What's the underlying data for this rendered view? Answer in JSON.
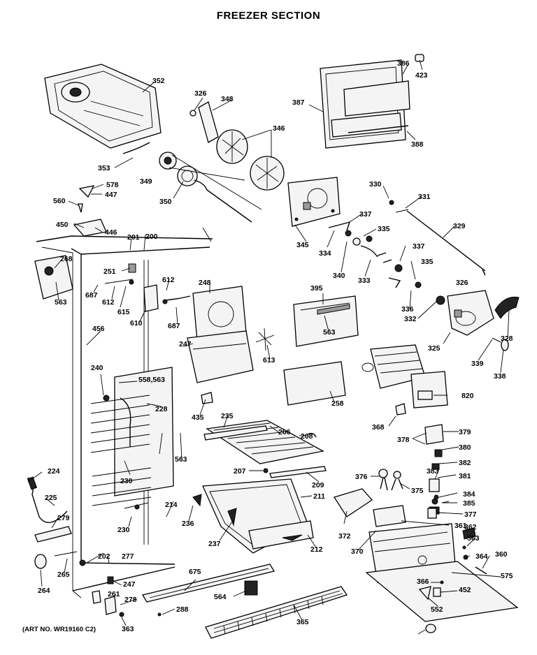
{
  "title": "FREEZER SECTION",
  "art_number": "(ART NO. WR19160 C2)",
  "parts": [
    "352",
    "326",
    "348",
    "346",
    "386",
    "423",
    "387",
    "388",
    "353",
    "349",
    "350",
    "578",
    "447",
    "560",
    "450",
    "446",
    "330",
    "331",
    "329",
    "337",
    "335",
    "345",
    "334",
    "340",
    "333",
    "201",
    "200",
    "268",
    "251",
    "687",
    "612",
    "615",
    "563",
    "610",
    "248",
    "395",
    "336",
    "332",
    "328",
    "325",
    "456",
    "247",
    "613",
    "339",
    "338",
    "240",
    "558,563",
    "228",
    "435",
    "258",
    "820",
    "235",
    "206",
    "208",
    "368",
    "378",
    "379",
    "380",
    "382",
    "381",
    "383",
    "376",
    "375",
    "384",
    "385",
    "224",
    "230",
    "207",
    "209",
    "211",
    "377",
    "225",
    "279",
    "214",
    "236",
    "237",
    "212",
    "372",
    "361",
    "362",
    "370",
    "264",
    "265",
    "202",
    "277",
    "675",
    "364",
    "360",
    "575",
    "366",
    "452",
    "261",
    "278",
    "564",
    "288",
    "365",
    "552",
    "363"
  ]
}
